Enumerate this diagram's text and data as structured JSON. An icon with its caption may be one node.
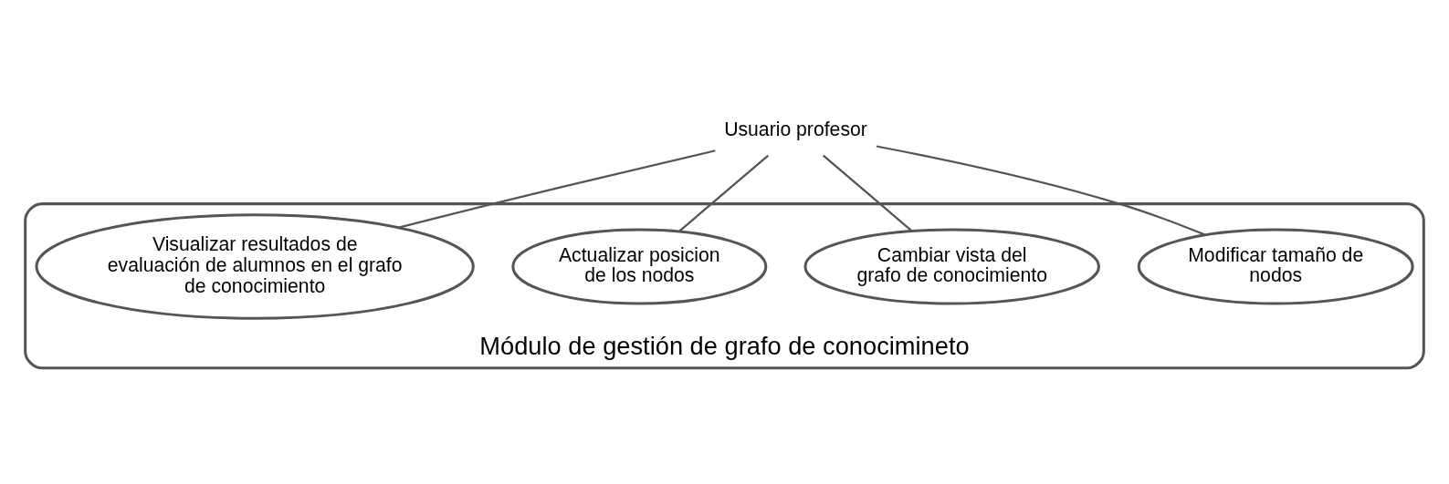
{
  "diagram": {
    "nodes": [
      {
        "text": [
          "Usuario profesor"
        ]
      },
      {
        "text": [
          "Módulo de gestión de grafo de conocimineto"
        ]
      },
      {
        "text": [
          "Modificar tamaño de nodos"
        ],
        "in": 1
      },
      {
        "text": [
          "Cambiar vista del grafo de conocimiento"
        ],
        "in": 1
      },
      {
        "text": [
          "Actualizar posicion de los nodos"
        ],
        "in": 1
      },
      {
        "text": [
          "Visualizar resultados de evaluación de alumnos en el grafo de conocimiento"
        ],
        "in": 1
      }
    ],
    "edges": [
      {
        "from": 0,
        "to": 2,
        "arrow": "none"
      },
      {
        "from": 0,
        "to": 3,
        "arrow": "none"
      },
      {
        "from": 0,
        "to": 4,
        "arrow": "none"
      },
      {
        "from": 0,
        "to": 5,
        "arrow": "none"
      }
    ]
  }
}
